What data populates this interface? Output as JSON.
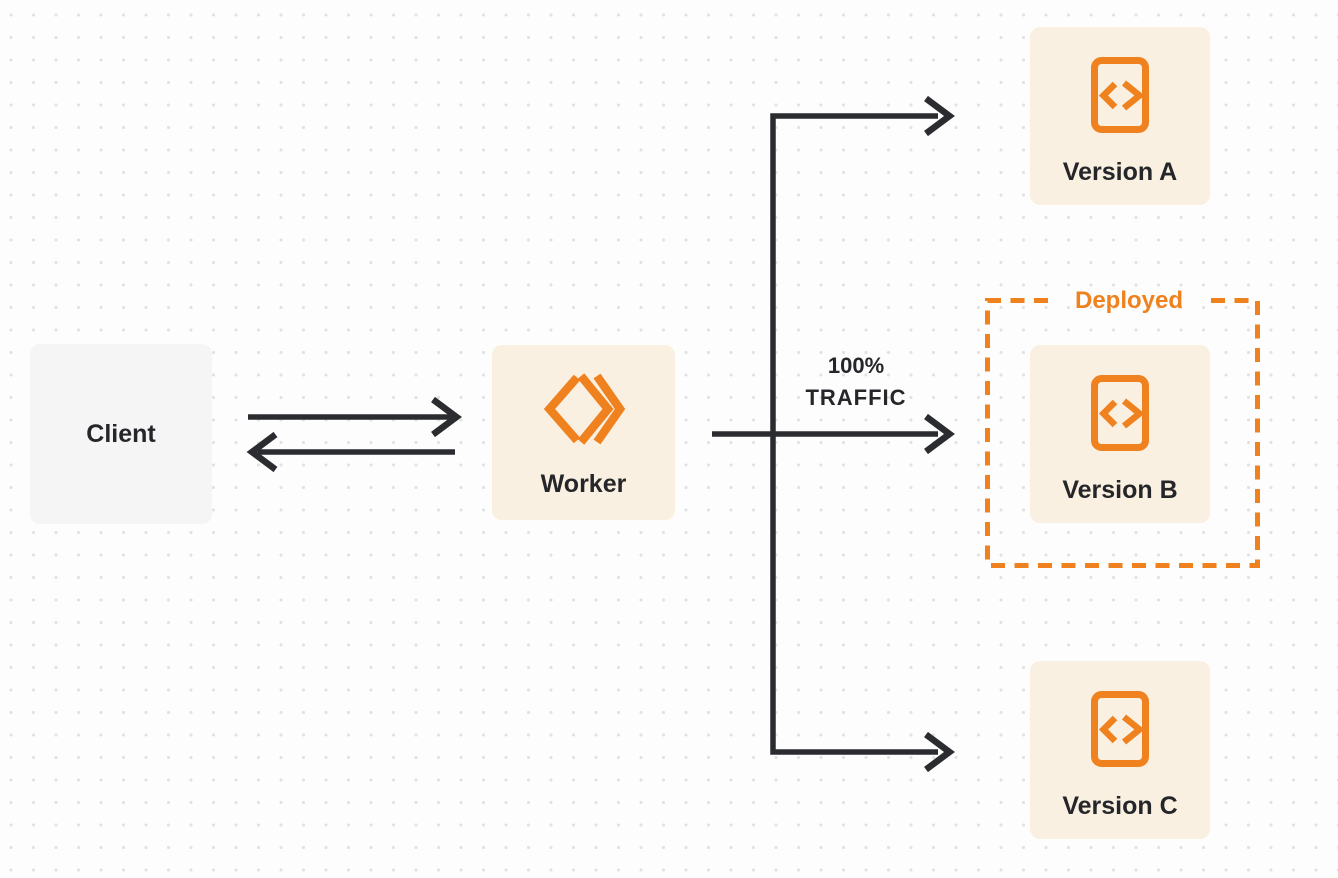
{
  "diagram": {
    "description": "Worker traffic routing diagram: client requests flow through a worker which sends 100% of traffic to the deployed version B among versions A, B and C",
    "nodes": {
      "client": {
        "label": "Client"
      },
      "worker": {
        "label": "Worker"
      },
      "version_a": {
        "label": "Version A"
      },
      "version_b": {
        "label": "Version B"
      },
      "version_c": {
        "label": "Version C"
      }
    },
    "annotations": {
      "deployed_tag": "Deployed",
      "traffic_percent": "100%",
      "traffic_word": "TRAFFIC"
    },
    "icons": {
      "worker_icon": "double-chevron-diamond-icon",
      "version_icon": "code-file-icon"
    },
    "connectors": {
      "client_to_worker": "right-arrow",
      "worker_to_client": "left-arrow",
      "worker_to_version_a": "elbow-arrow-up-right",
      "worker_to_version_b": "straight-arrow-right",
      "worker_to_version_c": "elbow-arrow-down-right"
    },
    "colors": {
      "accent_orange": "#EF811F",
      "ink_text": "#25262A",
      "connector_ink": "#2B2C30",
      "card_cream": "#FAF0E1",
      "card_gray": "#F5F5F6",
      "page_bg": "#FDFDFD",
      "dot_grid": "#E2E2E2"
    }
  }
}
